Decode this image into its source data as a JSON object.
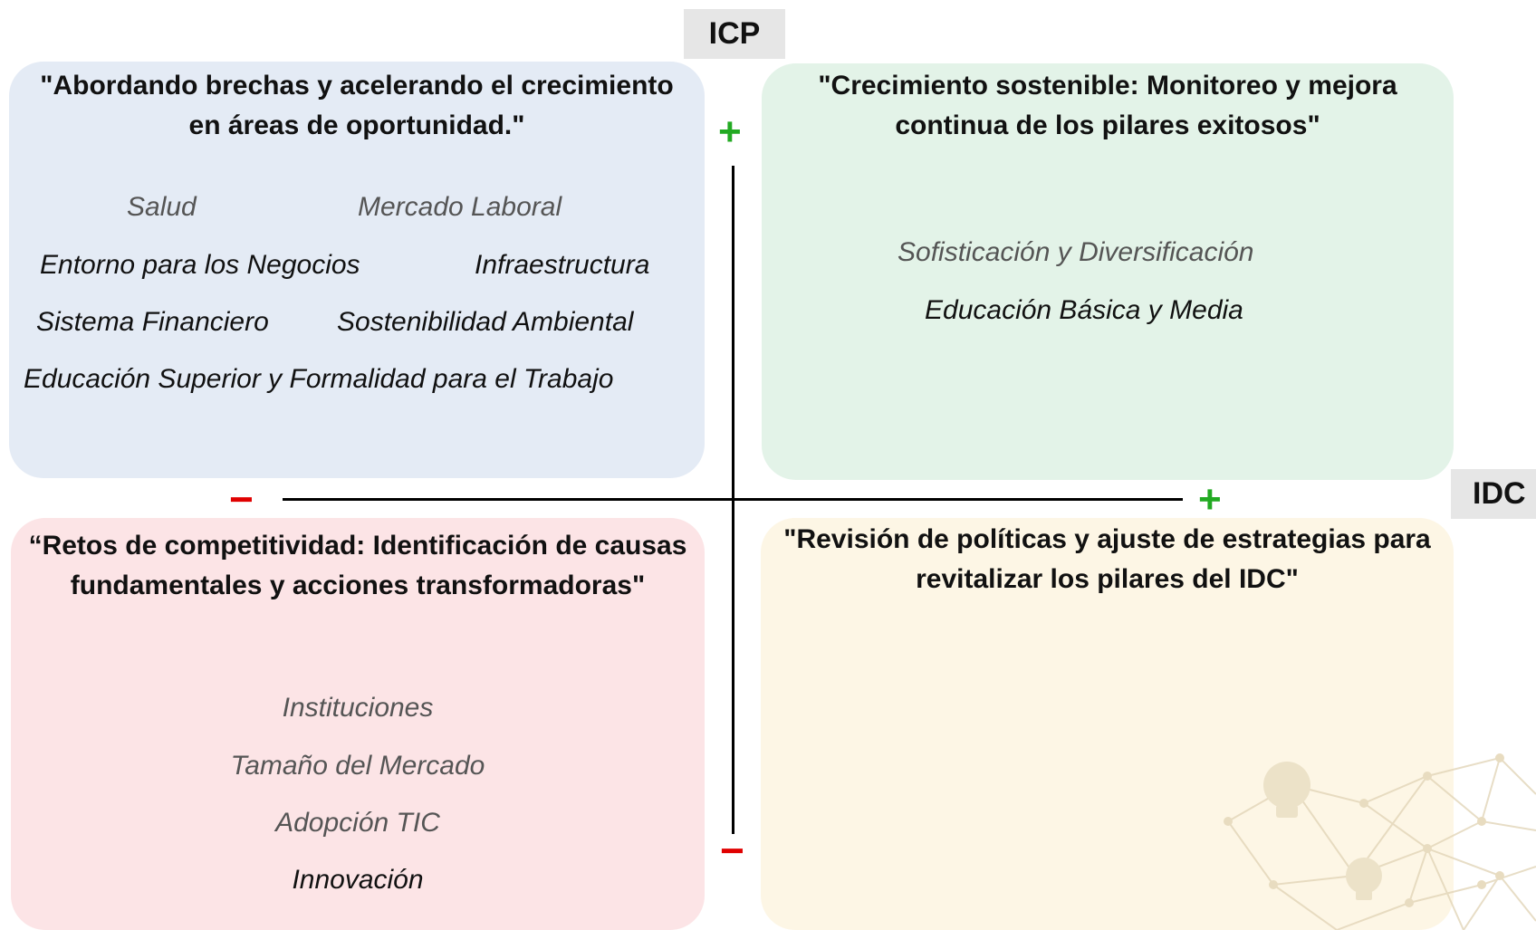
{
  "axes": {
    "vertical_label": "ICP",
    "horizontal_label": "IDC",
    "plus": "+",
    "minus": "−"
  },
  "quadrants": {
    "top_left": {
      "title": "\"Abordando brechas y acelerando el crecimiento en áreas de oportunidad.\"",
      "items": [
        "Salud",
        "Mercado Laboral",
        "Entorno para los Negocios",
        "Infraestructura",
        "Sistema Financiero",
        "Sostenibilidad Ambiental",
        "Educación Superior y Formalidad  para el Trabajo"
      ]
    },
    "top_right": {
      "title": "\"Crecimiento sostenible: Monitoreo y mejora continua de los pilares exitosos\"",
      "items": [
        "Sofisticación y Diversificación",
        "Educación Básica y Media"
      ]
    },
    "bottom_left": {
      "title": "“Retos de competitividad: Identificación de causas fundamentales y acciones transformadoras\"",
      "items": [
        "Instituciones",
        "Tamaño del Mercado",
        "Adopción TIC",
        "Innovación"
      ]
    },
    "bottom_right": {
      "title": "\"Revisión de políticas y ajuste de estrategias para revitalizar los pilares del IDC\"",
      "items": []
    }
  },
  "colors": {
    "top_left": "#e4ebf5",
    "top_right": "#e3f3e8",
    "bottom_left": "#fce4e6",
    "bottom_right": "#fdf6e5",
    "plus": "#22aa22",
    "minus": "#e00000"
  }
}
